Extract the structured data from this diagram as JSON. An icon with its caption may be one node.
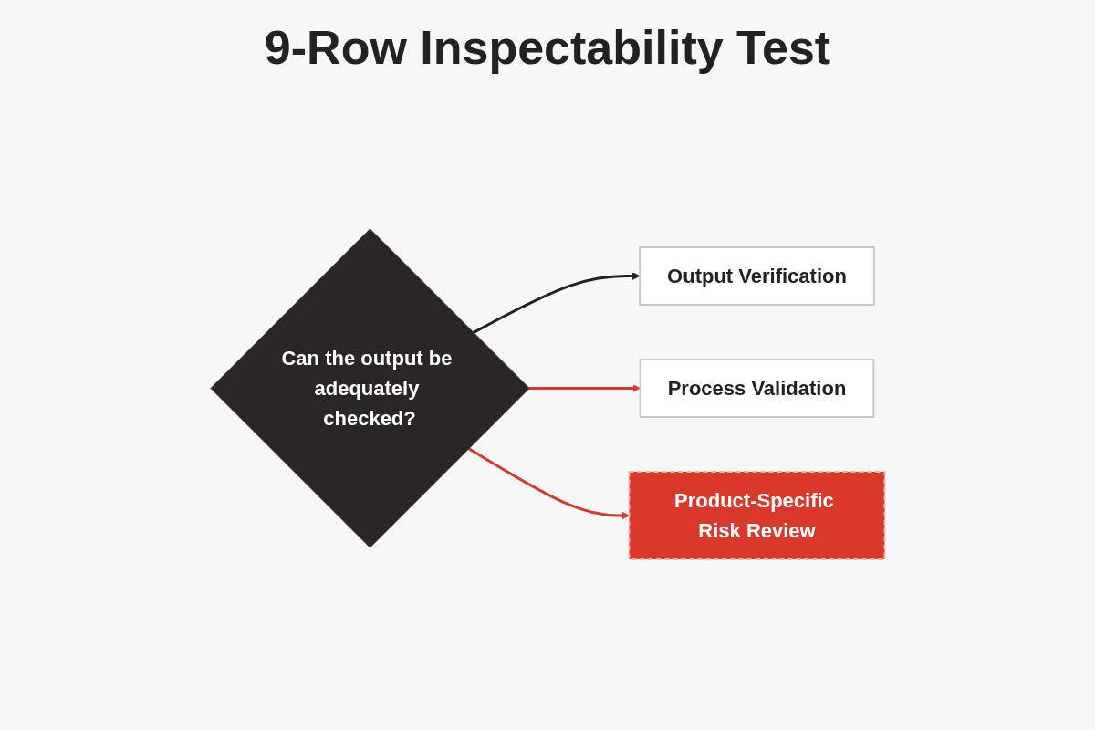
{
  "diagram": {
    "title": "9-Row Inspectability Test",
    "nodes": [
      {
        "text": [
          "Can the output be adequately checked?"
        ]
      },
      {
        "text": [
          "Output Verification"
        ]
      },
      {
        "text": [
          "Process Validation"
        ]
      },
      {
        "text": [
          "Product-Specific Risk Review"
        ]
      }
    ],
    "edges": [
      {
        "from": 0,
        "to": 1,
        "arrow": "to",
        "color": "#222222"
      },
      {
        "from": 0,
        "to": 2,
        "arrow": "to"
      },
      {
        "from": 0,
        "to": 3,
        "arrow": "to"
      }
    ]
  }
}
